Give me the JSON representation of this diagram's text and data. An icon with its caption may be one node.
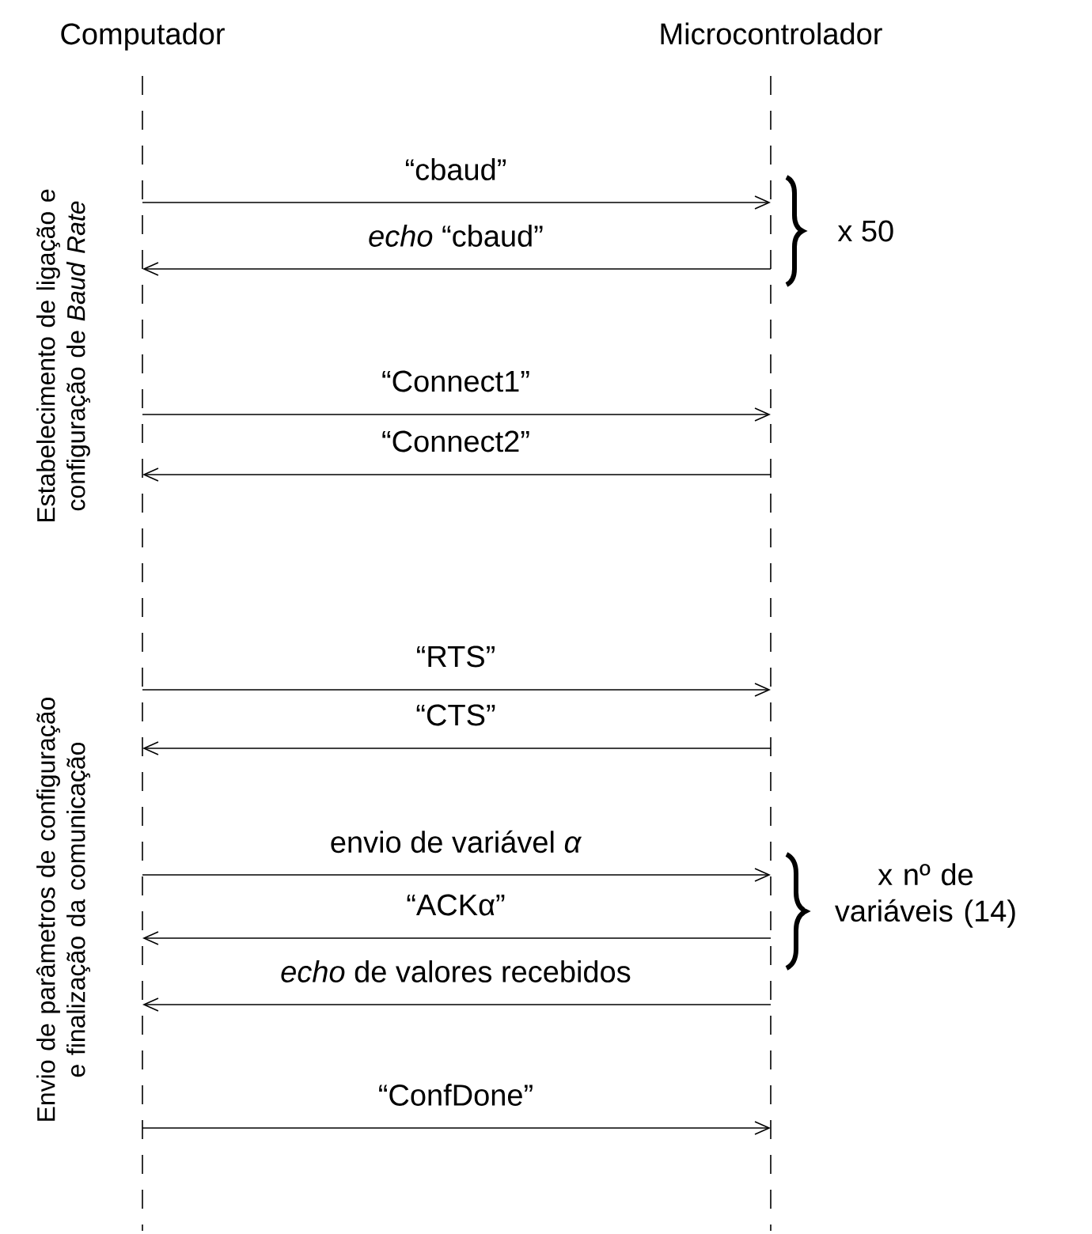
{
  "diagram": {
    "nodes": [
      {
        "text": [
          "Computador"
        ]
      },
      {
        "text": [
          "Microcontrolador"
        ]
      }
    ],
    "edges": [
      {
        "from": 0,
        "to": 1,
        "arrow": "to",
        "label": "“cbaud”"
      },
      {
        "from": 1,
        "to": 0,
        "arrow": "to",
        "label": "*echo* “cbaud”"
      },
      {
        "from": 0,
        "to": 1,
        "arrow": "to",
        "label": "“Connect1”"
      },
      {
        "from": 1,
        "to": 0,
        "arrow": "to",
        "label": "“Connect2”"
      },
      {
        "from": 0,
        "to": 1,
        "arrow": "to",
        "label": "“RTS”"
      },
      {
        "from": 1,
        "to": 0,
        "arrow": "to",
        "label": "“CTS”"
      },
      {
        "from": 0,
        "to": 1,
        "arrow": "to",
        "label": "envio de variável *α*"
      },
      {
        "from": 1,
        "to": 0,
        "arrow": "to",
        "label": "“ACKα”"
      },
      {
        "from": 1,
        "to": 0,
        "arrow": "to",
        "label": "*echo* de valores recebidos"
      },
      {
        "from": 0,
        "to": 1,
        "arrow": "to",
        "label": "“ConfDone”"
      }
    ],
    "labels": [
      "Estabelecimento de ligação e configuração de *Baud Rate*",
      "x 50",
      "Envio de parâmetros de configuração e finalização da comunicação",
      "x nº de variáveis (14)"
    ]
  }
}
